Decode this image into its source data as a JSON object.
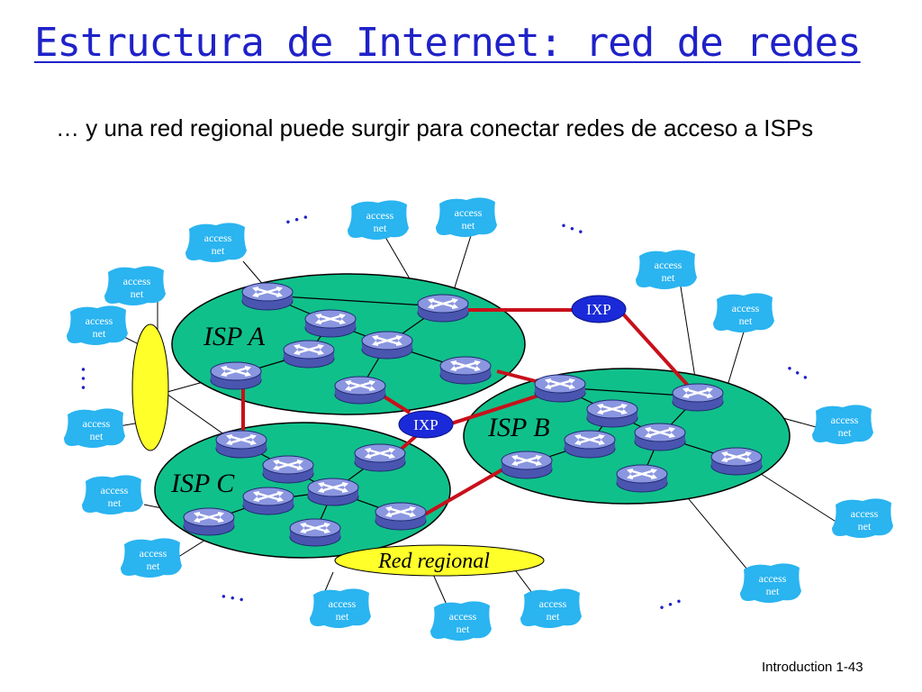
{
  "slide": {
    "title": "Estructura de Internet: red de redes",
    "subtitle": "… y una red regional puede surgir para conectar redes de acceso a ISPs",
    "footer": "Introduction 1-43"
  },
  "diagram": {
    "isp_a": "ISP A",
    "isp_b": "ISP B",
    "isp_c": "ISP C",
    "ixp_top": "IXP",
    "ixp_mid": "IXP",
    "regional": "Red regional",
    "access_line1": "access",
    "access_line2": "net",
    "ellipsis": "…",
    "colors": {
      "isp_fill": "#10c08a",
      "link_red": "#c8101a",
      "ixp_fill": "#1a2ad8",
      "regional_fill": "#ffff2a",
      "access_fill": "#2ab4f0",
      "router_fill": "#7a86d8"
    }
  }
}
